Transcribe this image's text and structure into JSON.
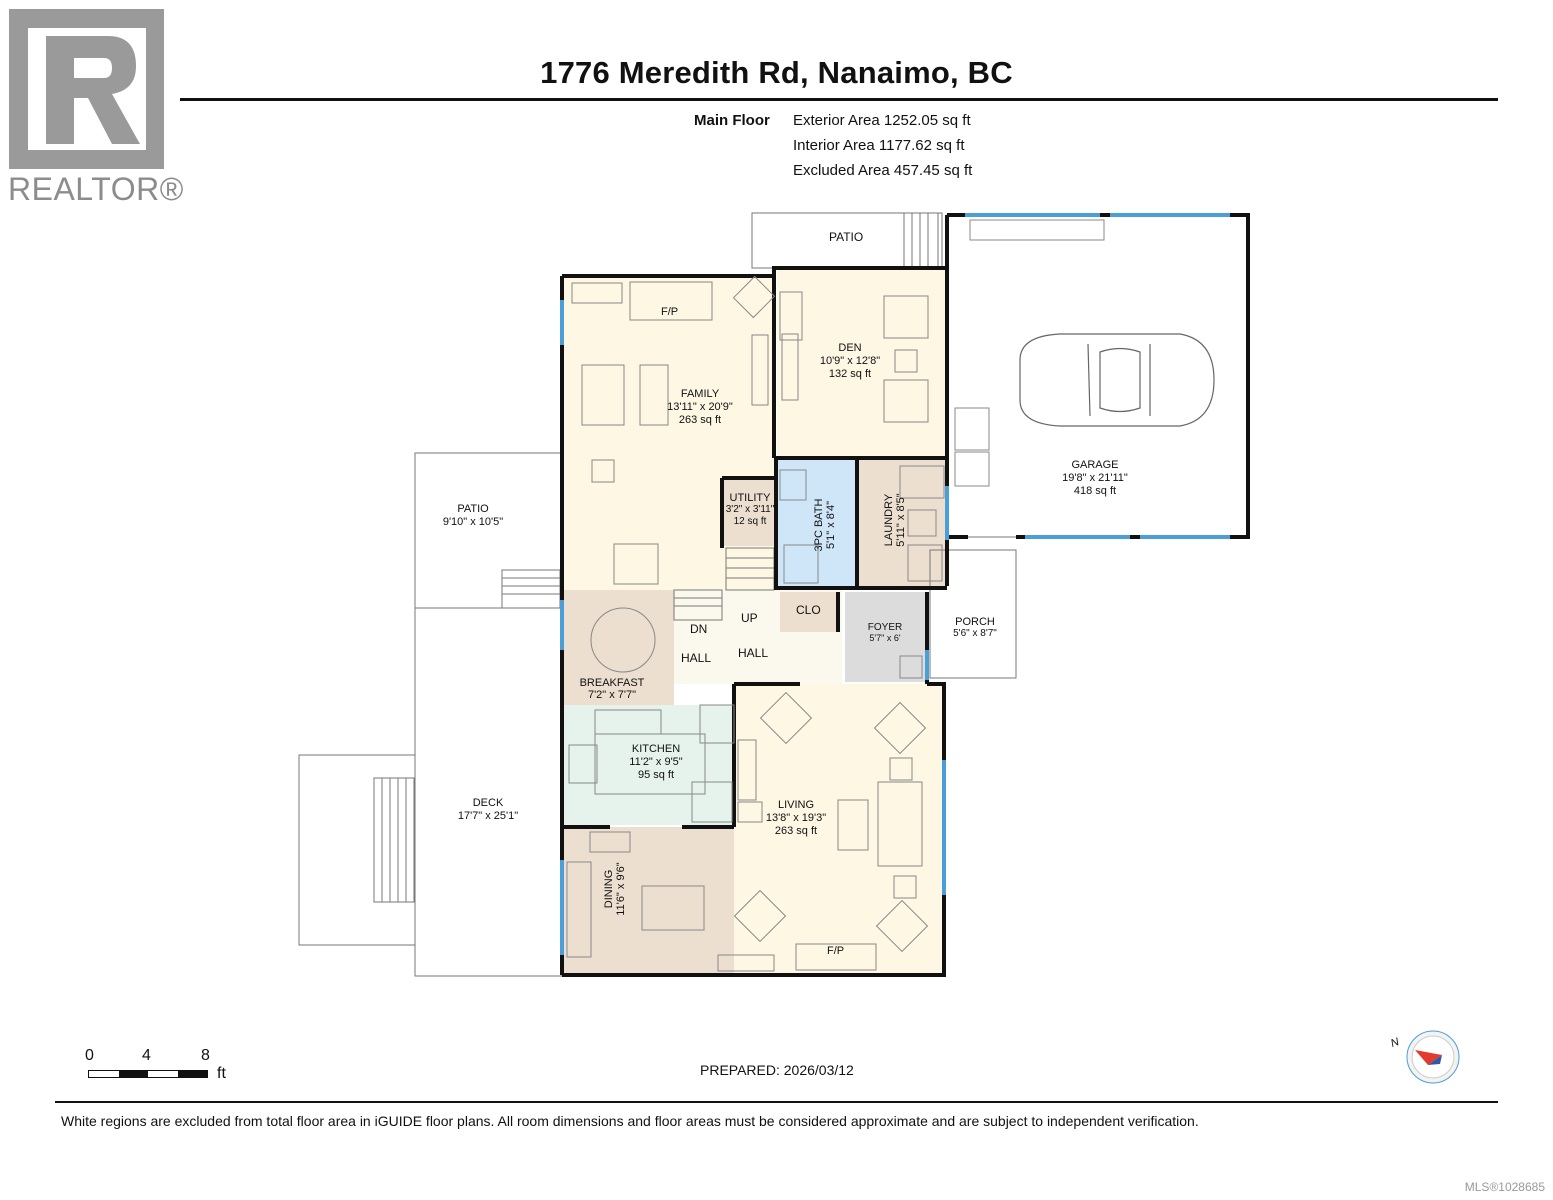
{
  "header": {
    "title": "1776 Meredith Rd, Nanaimo, BC",
    "logo_text": "REALTOR®"
  },
  "summary": {
    "floor_label": "Main Floor",
    "lines": [
      "Exterior Area 1252.05 sq ft",
      "Interior Area 1177.62 sq ft",
      "Excluded Area 457.45 sq ft"
    ]
  },
  "rooms": {
    "patio_top": {
      "name": "PATIO"
    },
    "family": {
      "name": "FAMILY",
      "dims": "13'11\" x 20'9\"",
      "area": "263 sq ft"
    },
    "family_fp": {
      "name": "F/P"
    },
    "den": {
      "name": "DEN",
      "dims": "10'9\" x 12'8\"",
      "area": "132 sq ft"
    },
    "garage": {
      "name": "GARAGE",
      "dims": "19'8\" x 21'11\"",
      "area": "418 sq ft"
    },
    "patio_side": {
      "name": "PATIO",
      "dims": "9'10\" x 10'5\""
    },
    "utility": {
      "name": "UTILITY",
      "dims": "3'2\" x 3'11\"",
      "area": "12 sq ft"
    },
    "bath": {
      "name": "3PC BATH",
      "dims": "5'1\" x 8'4\""
    },
    "laundry": {
      "name": "LAUNDRY",
      "dims": "5'11\" x 8'5\""
    },
    "clo": {
      "name": "CLO"
    },
    "foyer": {
      "name": "FOYER",
      "dims": "5'7\" x 6'"
    },
    "porch": {
      "name": "PORCH",
      "dims": "5'6\" x 8'7\""
    },
    "dn": {
      "name": "DN"
    },
    "up": {
      "name": "UP"
    },
    "hall1": {
      "name": "HALL"
    },
    "hall2": {
      "name": "HALL"
    },
    "breakfast": {
      "name": "BREAKFAST",
      "dims": "7'2\" x 7'7\""
    },
    "kitchen": {
      "name": "KITCHEN",
      "dims": "11'2\" x 9'5\"",
      "area": "95 sq ft"
    },
    "deck": {
      "name": "DECK",
      "dims": "17'7\" x 25'1\""
    },
    "living": {
      "name": "LIVING",
      "dims": "13'8\" x 19'3\"",
      "area": "263 sq ft"
    },
    "living_fp": {
      "name": "F/P"
    },
    "dining": {
      "name": "DINING",
      "dims": "11'6\" x 9'6\""
    }
  },
  "scale": {
    "labels": [
      "0",
      "4",
      "8"
    ],
    "unit": "ft"
  },
  "compass": {
    "letter": "N"
  },
  "prepared": "PREPARED: 2026/03/12",
  "disclaimer": "White regions are excluded from total floor area in iGUIDE floor plans. All room dimensions and floor areas must be considered approximate and are subject to independent verification.",
  "mls": "MLS®1028685",
  "colors": {
    "wall": "#111111",
    "window": "#4a9fd8",
    "family_fill": "#fdf7e4",
    "den_fill": "#fdf7e4",
    "living_fill": "#fdf7e4",
    "breakfast_fill": "#ecdfd0",
    "dining_fill": "#ecdfd0",
    "kitchen_fill": "#e6f3ec",
    "bath_fill": "#cfe6f8",
    "laundry_fill": "#ecdfd0",
    "utility_fill": "#ecdfd0",
    "clo_fill": "#ecdfd0",
    "foyer_fill": "#dcdcdc"
  }
}
